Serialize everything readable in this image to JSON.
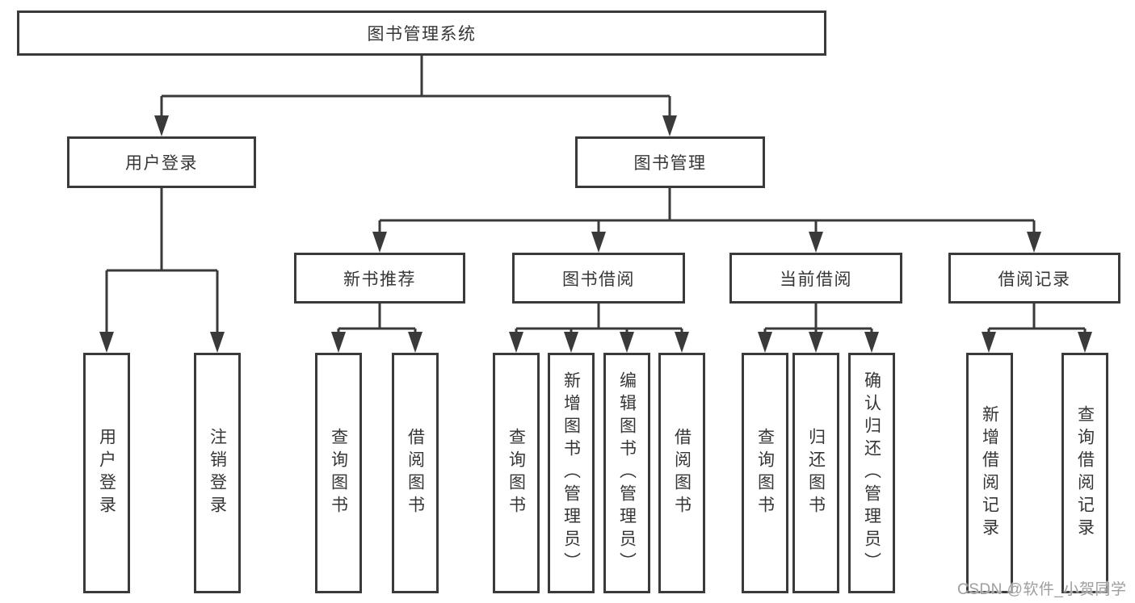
{
  "nodes": {
    "root": {
      "label": "图书管理系统"
    },
    "user_login": {
      "label": "用户登录"
    },
    "book_management": {
      "label": "图书管理"
    },
    "new_book_recommend": {
      "label": "新书推荐"
    },
    "book_borrow": {
      "label": "图书借阅"
    },
    "current_borrow": {
      "label": "当前借阅"
    },
    "borrow_records": {
      "label": "借阅记录"
    }
  },
  "leaves": {
    "user_login": [
      "用户登录",
      "注销登录"
    ],
    "new_book_recommend": [
      "查询图书",
      "借阅图书"
    ],
    "book_borrow": [
      "查询图书",
      "新增图书（管理员）",
      "编辑图书（管理员）",
      "借阅图书"
    ],
    "current_borrow": [
      "查询图书",
      "归还图书",
      "确认归还（管理员）"
    ],
    "borrow_records": [
      "新增借阅记录",
      "查询借阅记录"
    ]
  },
  "watermark": {
    "text": "CSDN @软件_小贺同学"
  },
  "colors": {
    "line": "#3a3a3a",
    "text": "#363636",
    "box_background": "#ffffff",
    "watermark": "#9e9e9e"
  }
}
